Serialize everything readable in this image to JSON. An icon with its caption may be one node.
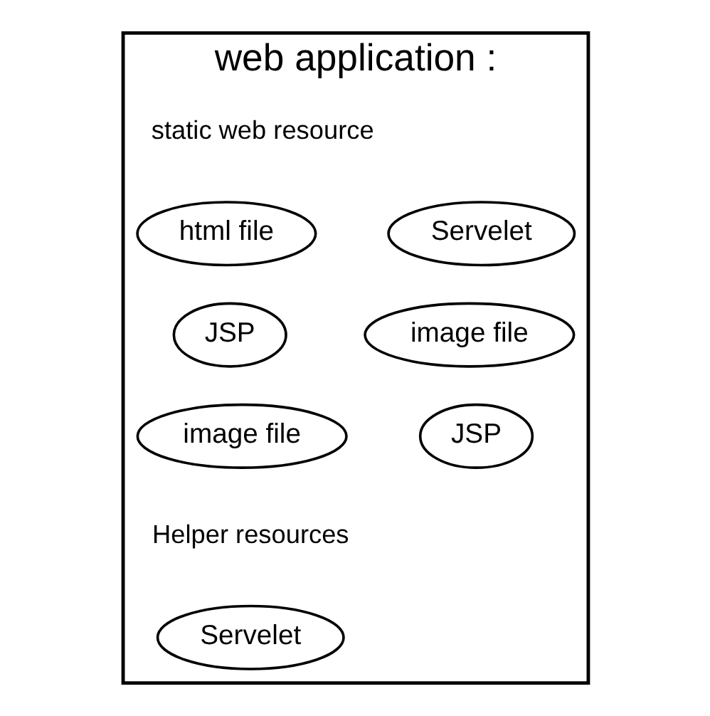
{
  "diagram": {
    "nodes": [
      {
        "text": [
          "web application :"
        ]
      },
      {
        "text": [
          "html file"
        ],
        "in": 0
      },
      {
        "text": [
          "Servelet"
        ],
        "in": 0
      },
      {
        "text": [
          "JSP"
        ],
        "in": 0
      },
      {
        "text": [
          "image file"
        ],
        "in": 0
      },
      {
        "text": [
          "image file"
        ],
        "in": 0
      },
      {
        "text": [
          "JSP"
        ],
        "in": 0
      },
      {
        "text": [
          "Servelet"
        ],
        "in": 0
      }
    ],
    "edges": [],
    "labels": [
      "static web resource",
      "Helper resources"
    ]
  }
}
